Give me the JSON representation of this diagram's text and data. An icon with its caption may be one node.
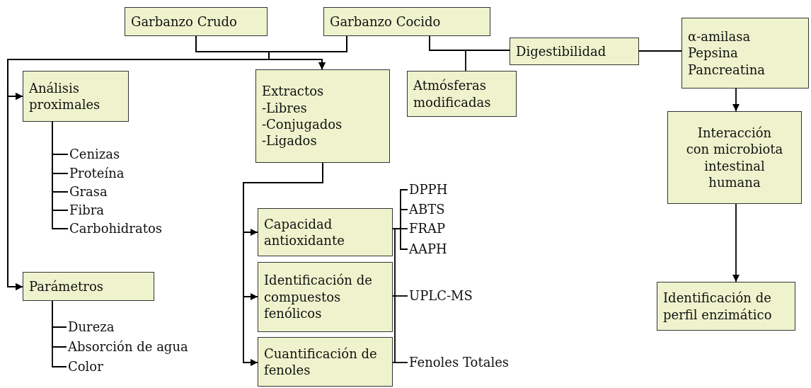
{
  "diagram": {
    "nodes": [
      {
        "text": [
          "Garbanzo Crudo"
        ]
      },
      {
        "text": [
          "Garbanzo Cocido"
        ]
      },
      {
        "text": [
          "Análisis proximales"
        ]
      },
      {
        "text": [
          "Extractos -Libres -Conjugados -Ligados"
        ]
      },
      {
        "text": [
          "Digestibilidad"
        ]
      },
      {
        "text": [
          "α-amilasa Pepsina Pancreatina"
        ]
      },
      {
        "text": [
          "Atmósferas modificadas"
        ]
      },
      {
        "text": [
          "Cenizas"
        ]
      },
      {
        "text": [
          "Proteína"
        ]
      },
      {
        "text": [
          "Grasa"
        ]
      },
      {
        "text": [
          "Fibra"
        ]
      },
      {
        "text": [
          "Carbohidratos"
        ]
      },
      {
        "text": [
          "Parámetros"
        ]
      },
      {
        "text": [
          "Dureza"
        ]
      },
      {
        "text": [
          "Absorción de agua"
        ]
      },
      {
        "text": [
          "Color"
        ]
      },
      {
        "text": [
          "Interacción con microbiota intestinal humana"
        ]
      },
      {
        "text": [
          "Capacidad antioxidante"
        ]
      },
      {
        "text": [
          "DPPH"
        ]
      },
      {
        "text": [
          "ABTS"
        ]
      },
      {
        "text": [
          "FRAP"
        ]
      },
      {
        "text": [
          "AAPH"
        ]
      },
      {
        "text": [
          "Identificación de compuestos fenólicos"
        ]
      },
      {
        "text": [
          "UPLC-MS"
        ]
      },
      {
        "text": [
          "Cuantificación de fenoles"
        ]
      },
      {
        "text": [
          "Fenoles Totales"
        ]
      },
      {
        "text": [
          "Identificación de perfil enzimático"
        ]
      }
    ],
    "edges": [
      {
        "from": 0,
        "to": 3,
        "arrow": "to"
      },
      {
        "from": 1,
        "to": 3,
        "arrow": "to"
      },
      {
        "from": 0,
        "to": 2,
        "arrow": "to"
      },
      {
        "from": 1,
        "to": 2,
        "arrow": "to"
      },
      {
        "from": 0,
        "to": 12,
        "arrow": "to"
      },
      {
        "from": 1,
        "to": 12,
        "arrow": "to"
      },
      {
        "from": 1,
        "to": 4,
        "arrow": "none"
      },
      {
        "from": 1,
        "to": 6,
        "arrow": "none"
      },
      {
        "from": 4,
        "to": 5,
        "arrow": "none"
      },
      {
        "from": 5,
        "to": 16,
        "arrow": "to"
      },
      {
        "from": 16,
        "to": 26,
        "arrow": "to"
      },
      {
        "from": 2,
        "to": 7,
        "arrow": "none"
      },
      {
        "from": 2,
        "to": 8,
        "arrow": "none"
      },
      {
        "from": 2,
        "to": 9,
        "arrow": "none"
      },
      {
        "from": 2,
        "to": 10,
        "arrow": "none"
      },
      {
        "from": 2,
        "to": 11,
        "arrow": "none"
      },
      {
        "from": 12,
        "to": 13,
        "arrow": "none"
      },
      {
        "from": 12,
        "to": 14,
        "arrow": "none"
      },
      {
        "from": 12,
        "to": 15,
        "arrow": "none"
      },
      {
        "from": 3,
        "to": 17,
        "arrow": "to"
      },
      {
        "from": 3,
        "to": 22,
        "arrow": "to"
      },
      {
        "from": 3,
        "to": 24,
        "arrow": "to"
      },
      {
        "from": 17,
        "to": 18,
        "arrow": "none"
      },
      {
        "from": 17,
        "to": 19,
        "arrow": "none"
      },
      {
        "from": 17,
        "to": 20,
        "arrow": "none"
      },
      {
        "from": 17,
        "to": 21,
        "arrow": "none"
      },
      {
        "from": 22,
        "to": 23,
        "arrow": "none"
      },
      {
        "from": 24,
        "to": 25,
        "arrow": "none"
      }
    ]
  }
}
